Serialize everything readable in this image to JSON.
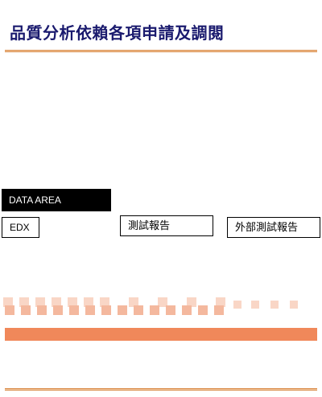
{
  "header": {
    "title": "品質分析依賴各項申請及調閱"
  },
  "section": {
    "label": "DATA AREA"
  },
  "links": [
    {
      "label": "EDX"
    },
    {
      "label": "測試報告"
    },
    {
      "label": "外部測試報告"
    }
  ],
  "colors": {
    "title": "#1a1a6e",
    "divider": "#d98c4a",
    "accent_orange": "#f0885a",
    "deco_light": "#f7c9b3"
  }
}
